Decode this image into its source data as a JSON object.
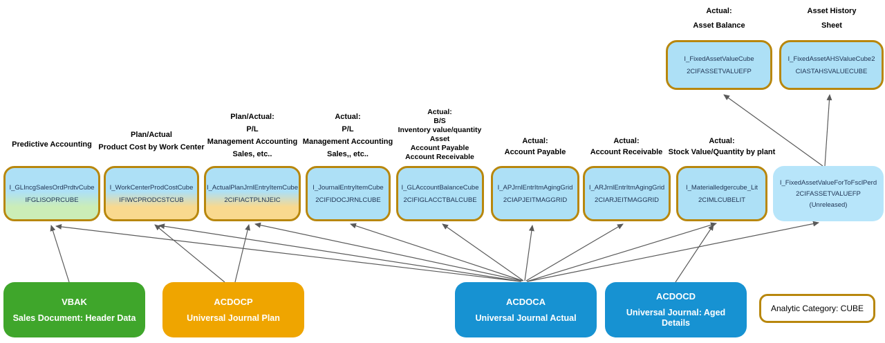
{
  "colors": {
    "gold_border": "#B8870D",
    "cube_blue": "#ADE0F6",
    "cube_blue_light": "#B7E5FA",
    "cube_green": "#CBEDB7",
    "cube_orange": "#F9D98E",
    "source_green": "#3FA62B",
    "source_orange": "#EFA500",
    "source_blue": "#1792D2",
    "arrow_gray": "#5A5A5A"
  },
  "top_cubes": [
    {
      "label": "Actual:\nAsset Balance",
      "name": "I_FixedAssetValueCube",
      "code": "2CIFASSETVALUEFP"
    },
    {
      "label": "Actual:\nAsset History Sheet",
      "name": "I_FixedAssetAHSValueCube2",
      "code": "CIASTAHSVALUECUBE"
    }
  ],
  "cubes": [
    {
      "label": "Predictive Accounting",
      "name": "I_GLIncgSalesOrdPrdtvCube",
      "code": "IFGLISOPRCUBE"
    },
    {
      "label": "Plan/Actual\nProduct Cost by Work Center",
      "name": "I_WorkCenterProdCostCube",
      "code": "IFIWCPRODCSTCUB"
    },
    {
      "label": "Plan/Actual:\nP/L\nManagement Accounting\nSales, etc..",
      "name": "I_ActualPlanJrnlEntryItemCube",
      "code": "2CIFIACTPLNJEIC"
    },
    {
      "label": "Actual:\nP/L\nManagement Accounting\nSales,, etc..",
      "name": "I_JournalEntryItemCube",
      "code": "2CIFIDOCJRNLCUBE"
    },
    {
      "label": "Actual:\nB/S\nInventory value/quantity\nAsset\nAccount Payable\nAccount Receivable",
      "name": "I_GLAccountBalanceCube",
      "code": "2CIFIGLACCTBALCUBE"
    },
    {
      "label": "Actual:\nAccount Payable",
      "name": "I_APJrnlEntrItmAgingGrid",
      "code": "2CIAPJEITMAGGRID"
    },
    {
      "label": "Actual:\nAccount Receivable",
      "name": "I_ARJrnlEntrItmAgingGrid",
      "code": "2CIARJEITMAGGRID"
    },
    {
      "label": "Actual:\nStock Value/Quantity by plant",
      "name": "I_Materialledgercube_Lit",
      "code": "2CIMLCUBELIT"
    },
    {
      "label": "",
      "name": "I_FixedAssetValueForToFsclPerd",
      "code": "2CIFASSETVALUEFP",
      "note": "(Unreleased)"
    }
  ],
  "sources": [
    {
      "title": "VBAK",
      "description": "Sales Document: Header Data"
    },
    {
      "title": "ACDOCP",
      "description": "Universal Journal Plan"
    },
    {
      "title": "ACDOCA",
      "description": "Universal Journal Actual"
    },
    {
      "title": "ACDOCD",
      "description": "Universal Journal: Aged Details"
    }
  ],
  "legend": {
    "text": "Analytic Category: CUBE"
  }
}
